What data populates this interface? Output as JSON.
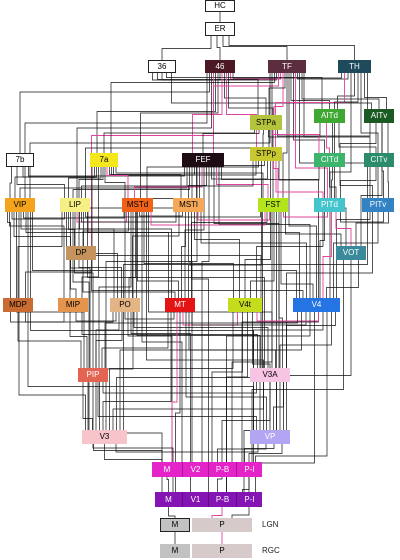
{
  "nodes": {
    "hc": {
      "label": "HC",
      "fill": "#ffffff",
      "ink": "#000000"
    },
    "er": {
      "label": "ER",
      "fill": "#ffffff",
      "ink": "#000000"
    },
    "a36": {
      "label": "36",
      "fill": "#ffffff",
      "ink": "#000000"
    },
    "a46": {
      "label": "46",
      "fill": "#4b1824",
      "ink": "#ffffff"
    },
    "tf": {
      "label": "TF",
      "fill": "#5c2d3e",
      "ink": "#ffffff"
    },
    "th": {
      "label": "TH",
      "fill": "#1f4a5c",
      "ink": "#ffffff"
    },
    "stpa": {
      "label": "STPa",
      "fill": "#b4c43c",
      "ink": "#000000"
    },
    "aitd": {
      "label": "AITd",
      "fill": "#3ea832",
      "ink": "#ffffff"
    },
    "aitv": {
      "label": "AITv",
      "fill": "#1c5a24",
      "ink": "#ffffff"
    },
    "a7b": {
      "label": "7b",
      "fill": "#ffffff",
      "ink": "#000000"
    },
    "a7a": {
      "label": "7a",
      "fill": "#f4e81c",
      "ink": "#000000"
    },
    "fef": {
      "label": "FEF",
      "fill": "#1e0c14",
      "ink": "#ffffff"
    },
    "stpp": {
      "label": "STPp",
      "fill": "#c8c830",
      "ink": "#000000"
    },
    "citd": {
      "label": "CITd",
      "fill": "#3cb46c",
      "ink": "#ffffff"
    },
    "citv": {
      "label": "CITv",
      "fill": "#2a8c6a",
      "ink": "#ffffff"
    },
    "vip": {
      "label": "VIP",
      "fill": "#f4a41c",
      "ink": "#000000"
    },
    "lip": {
      "label": "LIP",
      "fill": "#f6f084",
      "ink": "#000000"
    },
    "mstd": {
      "label": "MSTd",
      "fill": "#f0621a",
      "ink": "#000000"
    },
    "mstl": {
      "label": "MSTl",
      "fill": "#f4a858",
      "ink": "#000000"
    },
    "fst": {
      "label": "FST",
      "fill": "#b4e41c",
      "ink": "#000000"
    },
    "pitd": {
      "label": "PITd",
      "fill": "#44c4cc",
      "ink": "#ffffff"
    },
    "pitv": {
      "label": "PITv",
      "fill": "#3282c4",
      "ink": "#ffffff"
    },
    "dp": {
      "label": "DP",
      "fill": "#c4945c",
      "ink": "#000000"
    },
    "vot": {
      "label": "VOT",
      "fill": "#3a8a9c",
      "ink": "#ffffff"
    },
    "mdp": {
      "label": "MDP",
      "fill": "#c86c34",
      "ink": "#000000"
    },
    "mip": {
      "label": "MIP",
      "fill": "#e4944c",
      "ink": "#000000"
    },
    "po": {
      "label": "PO",
      "fill": "#e4b484",
      "ink": "#000000"
    },
    "mt": {
      "label": "MT",
      "fill": "#e41414",
      "ink": "#ffffff"
    },
    "v4t": {
      "label": "V4t",
      "fill": "#c4dc1c",
      "ink": "#000000"
    },
    "v4": {
      "label": "V4",
      "fill": "#2474e4",
      "ink": "#ffffff"
    },
    "pip": {
      "label": "PIP",
      "fill": "#e46454",
      "ink": "#ffffff"
    },
    "v3a": {
      "label": "V3A",
      "fill": "#f8c4e4",
      "ink": "#000000"
    },
    "v3": {
      "label": "V3",
      "fill": "#f8c4cc",
      "ink": "#000000"
    },
    "vp": {
      "label": "VP",
      "fill": "#b4a4f4",
      "ink": "#ffffff"
    }
  },
  "v2": {
    "fill": "#e424c8",
    "ink": "#ffffff",
    "cells": [
      "M",
      "V2",
      "P-B",
      "P-I"
    ]
  },
  "v1": {
    "fill": "#8414b4",
    "ink": "#ffffff",
    "cells": [
      "M",
      "V1",
      "P-B",
      "P-I"
    ]
  },
  "lgn": {
    "label": "LGN",
    "m": "M",
    "p": "P"
  },
  "rgc": {
    "label": "RGC",
    "m": "M",
    "p": "P"
  },
  "colors": {
    "line": "#111111",
    "accent": "#e2439c",
    "m_box": "#c2c2c2",
    "p_box": "#d6caca"
  }
}
